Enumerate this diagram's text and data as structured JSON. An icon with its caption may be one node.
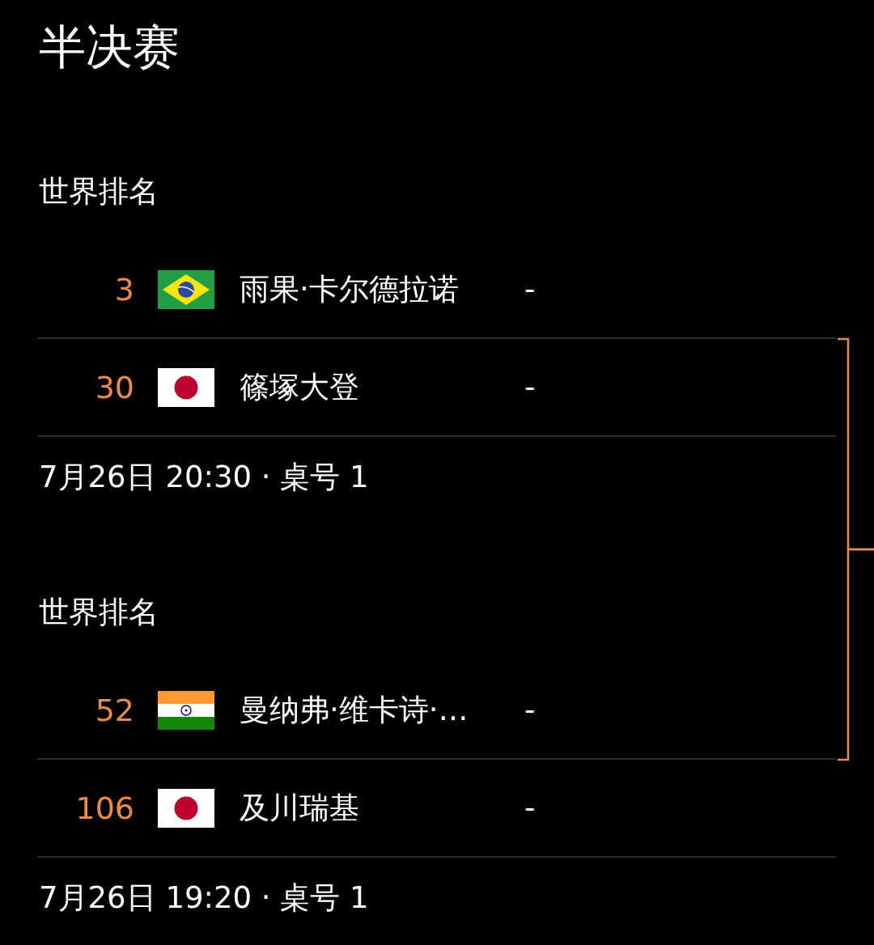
{
  "diagram": {
    "title": "半决赛",
    "nodes": [
      {
        "text": [
          "世界排名",
          "7月26日 20:30 · 桌号 1"
        ]
      },
      {
        "text": [
          "3",
          "雨果·卡尔德拉诺",
          "-"
        ],
        "in": 0
      },
      {
        "text": [
          "30",
          "篠塚大登",
          "-"
        ],
        "in": 0
      },
      {
        "text": [
          "世界排名",
          "7月26日 19:20 · 桌号 1"
        ]
      },
      {
        "text": [
          "52",
          "曼纳弗·维卡诗·…",
          "-"
        ],
        "in": 3
      },
      {
        "text": [
          "106",
          "及川瑞基",
          "-"
        ],
        "in": 3
      }
    ],
    "edges": [
      {
        "from": 0,
        "to": null,
        "arrow": "none"
      },
      {
        "from": 3,
        "to": null,
        "arrow": "none"
      }
    ]
  }
}
